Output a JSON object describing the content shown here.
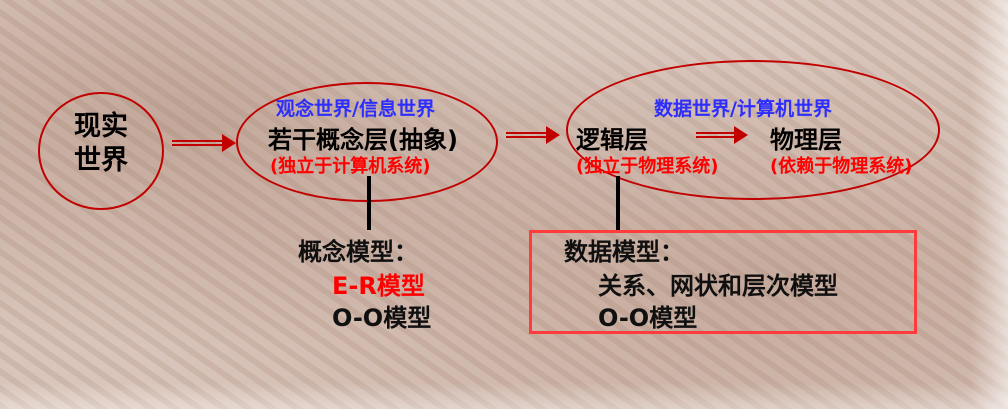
{
  "nodes": {
    "reality": {
      "line1": "现实",
      "line2": "世界"
    },
    "concept_world": {
      "title": "观念世界/信息世界",
      "main": "若干概念层(抽象)",
      "note": "(独立于计算机系统)"
    },
    "data_world": {
      "title": "数据世界/计算机世界"
    },
    "logical": {
      "main": "逻辑层",
      "note": "(独立于物理系统)"
    },
    "physical": {
      "main": "物理层",
      "note": "(依赖于物理系统)"
    }
  },
  "concept_models": {
    "heading": "概念模型：",
    "items": [
      "E-R模型",
      "O-O模型"
    ]
  },
  "data_models": {
    "heading": "数据模型：",
    "items": [
      "关系、网状和层次模型",
      "O-O模型"
    ]
  },
  "colors": {
    "arrow_red": "#c10000",
    "text_blue": "#2d2dff",
    "text_red": "#ff0000",
    "box_red": "#ff3b3b"
  }
}
